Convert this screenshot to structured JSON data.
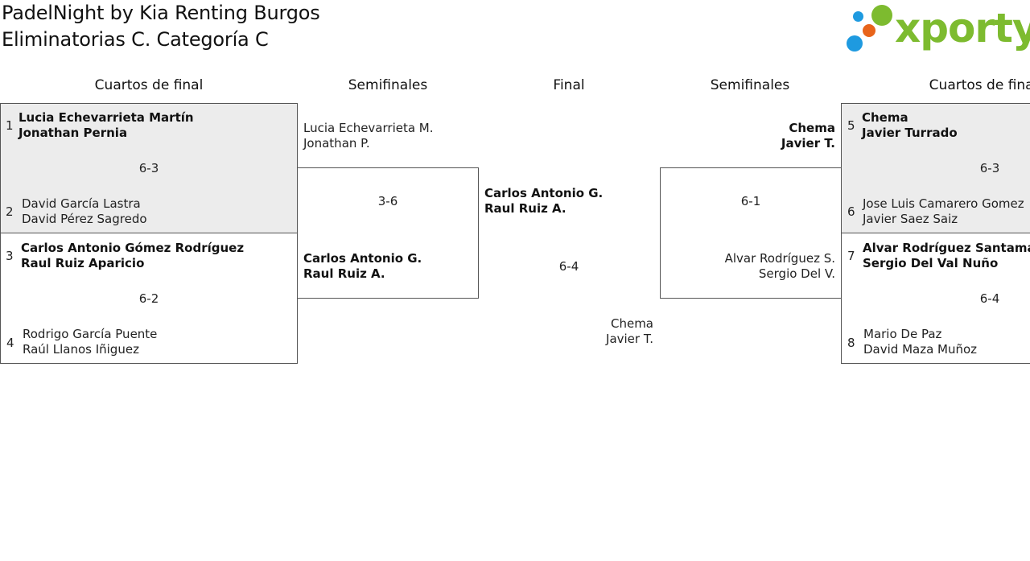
{
  "header": {
    "title_line1": "PadelNight by Kia Renting Burgos",
    "title_line2": "Eliminatorias C. Categoría C",
    "logo_text": "xporty",
    "logo_colors": {
      "green": "#7dbb2f",
      "blue": "#1e9ae0",
      "orange": "#e8641b"
    }
  },
  "rounds": {
    "left_quarter": "Cuartos de final",
    "left_semi": "Semifinales",
    "final": "Final",
    "right_semi": "Semifinales",
    "right_quarter": "Cuartos de final"
  },
  "left_quarters": [
    {
      "seed_a": "1",
      "team_a": [
        "Lucia Echevarrieta Martín",
        "Jonathan Pernia"
      ],
      "score": "6-3",
      "seed_b": "2",
      "team_b": [
        "David García Lastra",
        "David Pérez Sagredo"
      ]
    },
    {
      "seed_a": "3",
      "team_a": [
        "Carlos Antonio Gómez Rodríguez",
        "Raul Ruiz Aparicio"
      ],
      "score": "6-2",
      "seed_b": "4",
      "team_b": [
        "Rodrigo García Puente",
        "Raúl Llanos Iñiguez"
      ]
    }
  ],
  "left_semi": {
    "team_a": [
      "Lucia Echevarrieta M.",
      "Jonathan P."
    ],
    "score": "3-6",
    "team_b": [
      "Carlos Antonio G.",
      "Raul Ruiz A."
    ]
  },
  "final": {
    "team_a": [
      "Carlos Antonio G.",
      "Raul Ruiz A."
    ],
    "score": "6-4",
    "team_b": [
      "Chema",
      "Javier T."
    ]
  },
  "right_semi": {
    "team_a": [
      "Chema",
      "Javier T."
    ],
    "score": "6-1",
    "team_b": [
      "Alvar Rodríguez S.",
      "Sergio Del V."
    ]
  },
  "right_quarters": [
    {
      "seed_a": "5",
      "team_a": [
        "Chema",
        "Javier Turrado"
      ],
      "score": "6-3",
      "seed_b": "6",
      "team_b": [
        "Jose Luis Camarero Gomez",
        "Javier Saez Saiz"
      ]
    },
    {
      "seed_a": "7",
      "team_a": [
        "Alvar Rodríguez Santamaría",
        "Sergio Del Val Nuño"
      ],
      "score": "6-4",
      "seed_b": "8",
      "team_b": [
        "Mario De Paz",
        "David Maza Muñoz"
      ]
    }
  ]
}
